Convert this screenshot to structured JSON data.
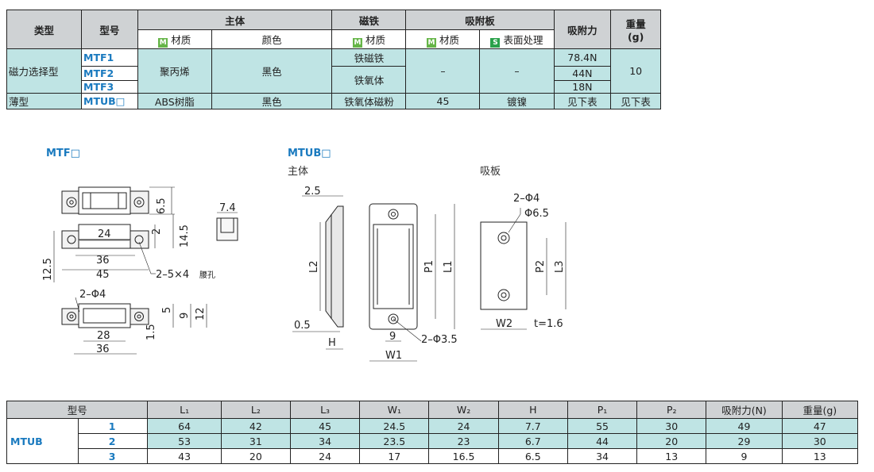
{
  "spec": {
    "h_type": "类型",
    "h_model": "型号",
    "h_body": "主体",
    "h_magnet": "磁铁",
    "h_plate": "吸附板",
    "h_force": "吸附力",
    "h_weight": "重量",
    "h_weight_unit": "(g)",
    "mark_m": "M",
    "mark_s": "S",
    "h_material": "材质",
    "h_color": "颜色",
    "h_surface": "表面处理",
    "row1": {
      "type": "磁力选择型",
      "model1": "MTF1",
      "model2": "MTF2",
      "model3": "MTF3",
      "material": "聚丙烯",
      "color": "黑色",
      "magnet1": "铁磁铁",
      "magnet2": "铁氧体",
      "plate_material": "–",
      "plate_surface": "–",
      "force1": "78.4N",
      "force2": "44N",
      "force3": "18N",
      "weight": "10"
    },
    "row2": {
      "type": "薄型",
      "model": "MTUB□",
      "material": "ABS树脂",
      "color": "黑色",
      "magnet": "铁氧体磁粉",
      "plate_material": "45",
      "plate_surface": "镀镍",
      "force": "见下表",
      "weight": "见下表"
    }
  },
  "mtf_title": "MTF□",
  "mtub_title": "MTUB□",
  "mtub_body_label": "主体",
  "mtub_plate_label": "吸板",
  "dims": {
    "mtf": [
      "6.5",
      "7.4",
      "24",
      "2",
      "14.5",
      "36",
      "45",
      "12.5",
      "2–5×4",
      "腰孔",
      "2–Φ4",
      "5",
      "9",
      "12",
      "28",
      "1.5",
      "36"
    ],
    "mtub_body": [
      "2.5",
      "L2",
      "0.5",
      "H",
      "P1",
      "L1",
      "9",
      "W1",
      "2–Φ3.5"
    ],
    "mtub_plate": [
      "2–Φ4",
      "Φ6.5",
      "P2",
      "L3",
      "W2",
      "t=1.6"
    ]
  },
  "size_table": {
    "headers": [
      "型号",
      "L₁",
      "L₂",
      "L₃",
      "W₁",
      "W₂",
      "H",
      "P₁",
      "P₂",
      "吸附力(N)",
      "重量(g)"
    ],
    "group": "MTUB",
    "rows": [
      [
        "1",
        "64",
        "42",
        "45",
        "24.5",
        "24",
        "7.7",
        "55",
        "30",
        "49",
        "47"
      ],
      [
        "2",
        "53",
        "31",
        "34",
        "23.5",
        "23",
        "6.7",
        "44",
        "20",
        "29",
        "30"
      ],
      [
        "3",
        "43",
        "20",
        "24",
        "17",
        "16.5",
        "6.5",
        "34",
        "13",
        "9",
        "13"
      ]
    ]
  }
}
